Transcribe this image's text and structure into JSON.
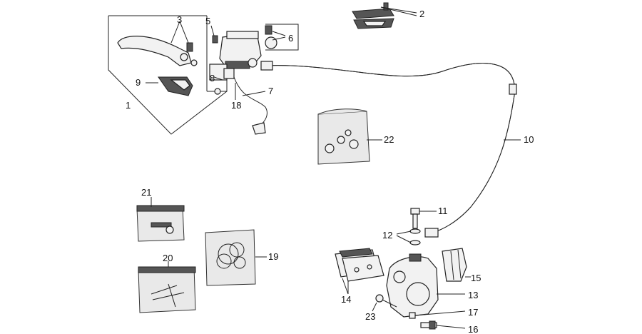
{
  "diagram": {
    "callouts": [
      {
        "id": "c1",
        "text": "1"
      },
      {
        "id": "c2",
        "text": "2"
      },
      {
        "id": "c3",
        "text": "3"
      },
      {
        "id": "c5",
        "text": "5"
      },
      {
        "id": "c6",
        "text": "6"
      },
      {
        "id": "c7",
        "text": "7"
      },
      {
        "id": "c8",
        "text": "8"
      },
      {
        "id": "c9",
        "text": "9"
      },
      {
        "id": "c10",
        "text": "10"
      },
      {
        "id": "c11",
        "text": "11"
      },
      {
        "id": "c12",
        "text": "12"
      },
      {
        "id": "c13",
        "text": "13"
      },
      {
        "id": "c14",
        "text": "14"
      },
      {
        "id": "c15",
        "text": "15"
      },
      {
        "id": "c16",
        "text": "16"
      },
      {
        "id": "c17",
        "text": "17"
      },
      {
        "id": "c18",
        "text": "18"
      },
      {
        "id": "c19",
        "text": "19"
      },
      {
        "id": "c20",
        "text": "20"
      },
      {
        "id": "c21",
        "text": "21"
      },
      {
        "id": "c22",
        "text": "22"
      },
      {
        "id": "c23",
        "text": "23"
      }
    ]
  }
}
